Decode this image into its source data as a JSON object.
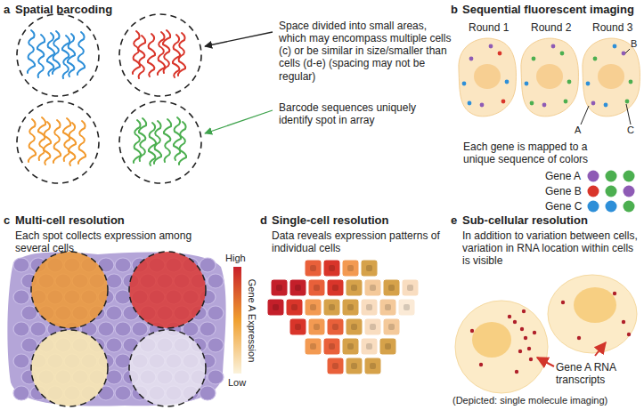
{
  "diagram": {
    "labels": [
      "a",
      "Spatial barcoding",
      "Space divided into small areas, which may encompass multiple cells (c) or be similar in size/smaller than cells (d-e) (spacing may not be regular)",
      "Barcode sequences uniquely identify spot in array",
      "b",
      "Sequential fluorescent imaging",
      "Round 1",
      "Round 2",
      "Round 3",
      "A",
      "B",
      "C",
      "Each gene is mapped to a unique sequence of colors",
      "Gene A",
      "Gene B",
      "Gene C",
      "c",
      "Multi-cell resolution",
      "Each spot collects expression among several cells",
      "High",
      "Gene A Expression",
      "Low",
      "d",
      "Single-cell resolution",
      "Data reveals expression patterns of individual cells",
      "e",
      "Sub-cellular resolution",
      "In addition to variation between cells, variation in RNA location within cells is visible",
      "Gene A RNA transcripts",
      "(Depicted: single molecule imaging)"
    ]
  }
}
